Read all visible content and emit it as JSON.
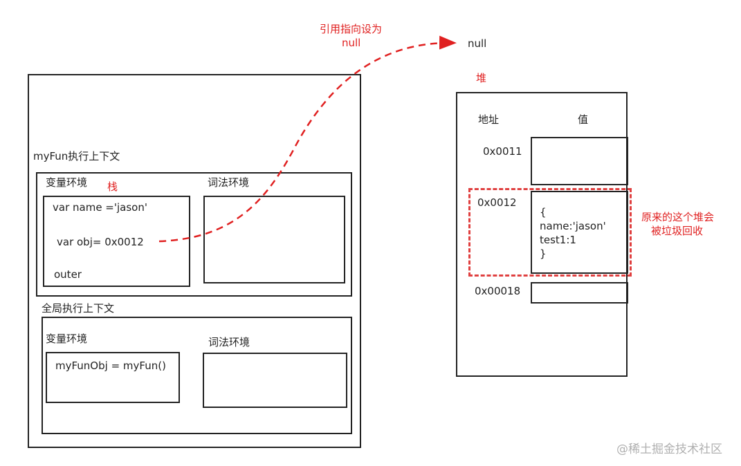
{
  "arrow_label": {
    "line1": "引用指向设为",
    "line2": "null"
  },
  "null_label": "null",
  "stack": {
    "stack_label": "栈",
    "myfun_context": {
      "title": "myFun执行上下文",
      "variable_env": {
        "label": "变量环境",
        "lines": [
          "var name ='jason'",
          "var obj= 0x0012",
          "outer"
        ]
      },
      "lexical_env": {
        "label": "词法环境"
      }
    },
    "global_context": {
      "title": "全局执行上下文",
      "variable_env": {
        "label": "变量环境",
        "lines": [
          "myFunObj = myFun()"
        ]
      },
      "lexical_env": {
        "label": "词法环境"
      }
    }
  },
  "heap": {
    "label": "堆",
    "col_address": "地址",
    "col_value": "值",
    "rows": [
      {
        "address": "0x0011",
        "value": ""
      },
      {
        "address": "0x0012",
        "value": "{\nname:'jason'\ntest1:1\n}"
      },
      {
        "address": "0x00018",
        "value": ""
      }
    ],
    "gc_note": {
      "line1": "原来的这个堆会",
      "line2": "被垃圾回收"
    }
  },
  "watermark": "@稀土掘金技术社区",
  "colors": {
    "annotation": "#e02020",
    "border": "#222222",
    "watermark": "#b0b0b0"
  }
}
